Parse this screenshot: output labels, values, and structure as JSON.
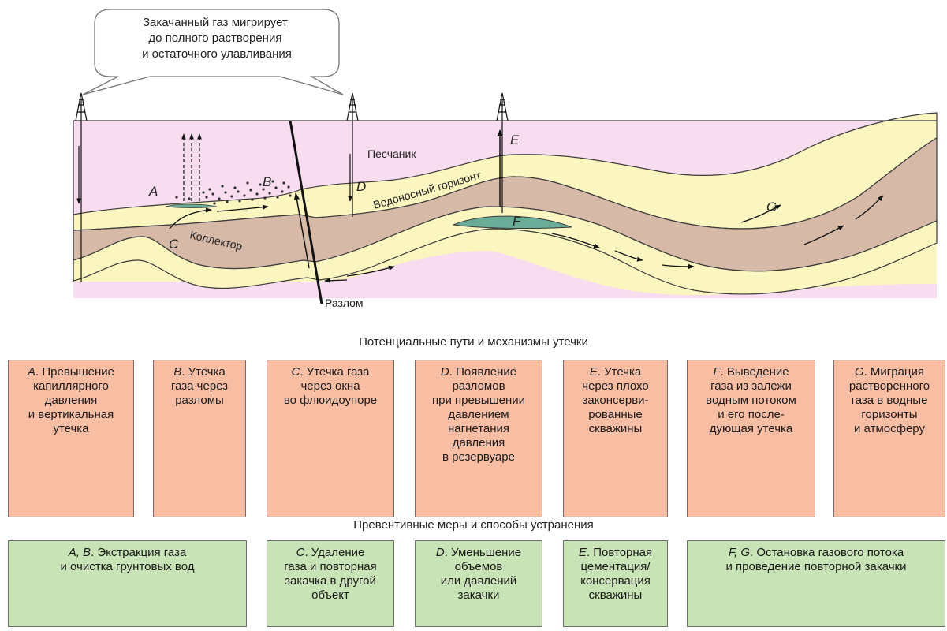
{
  "diagram": {
    "callout_lines": [
      "Закачанный газ мигрирует",
      "до полного растворения",
      "и остаточного улавливания"
    ],
    "labels": {
      "sandstone": "Песчаник",
      "aquifer": "Водоносный горизонт",
      "reservoir": "Коллектор",
      "fault": "Разлом",
      "point_a": "A",
      "point_b": "B",
      "point_c": "C",
      "point_d": "D",
      "point_e": "E",
      "point_f": "F",
      "point_g": "G"
    },
    "colors": {
      "sandstone": "#f8dcef",
      "aquifer": "#fbf5c0",
      "reservoir": "#d7b9a8",
      "gas": "#6aac97",
      "outline": "#3a3a3a"
    }
  },
  "pathways": {
    "title": "Потенциальные пути и механизмы утечки",
    "items": [
      {
        "letter": "A",
        "lines": [
          ". Превышение",
          "капиллярного",
          "давления",
          "и вертикальная",
          "утечка"
        ]
      },
      {
        "letter": "B",
        "lines": [
          ". Утечка",
          "газа через",
          "разломы"
        ]
      },
      {
        "letter": "C",
        "lines": [
          ". Утечка газа",
          "через окна",
          "во флюидоупоре"
        ]
      },
      {
        "letter": "D",
        "lines": [
          ". Появление",
          "разломов",
          "при превышении",
          "давлением",
          "нагнетания",
          "давления",
          "в резервуаре"
        ]
      },
      {
        "letter": "E",
        "lines": [
          ". Утечка",
          "через плохо",
          "законсерви-",
          "рованные",
          "скважины"
        ]
      },
      {
        "letter": "F",
        "lines": [
          ". Выведение",
          "газа из залежи",
          "водным потоком",
          "и его после-",
          "дующая утечка"
        ]
      },
      {
        "letter": "G",
        "lines": [
          ". Миграция",
          "растворенного",
          "газа в водные",
          "горизонты",
          "и атмосферу"
        ]
      }
    ]
  },
  "measures": {
    "title": "Превентивные меры и способы устранения",
    "items": [
      {
        "letter": "A, B",
        "lines": [
          ". Экстракция газа",
          "и очистка грунтовых вод"
        ]
      },
      {
        "letter": "C",
        "lines": [
          ". Удаление",
          "газа и повторная",
          "закачка в другой",
          "объект"
        ]
      },
      {
        "letter": "D",
        "lines": [
          ". Уменьшение",
          "объемов",
          "или давлений",
          "закачки"
        ]
      },
      {
        "letter": "E",
        "lines": [
          ". Повторная",
          "цементация/",
          "консервация",
          "скважины"
        ]
      },
      {
        "letter": "F, G",
        "lines": [
          ". Остановка газового потока",
          "и проведение повторной закачки"
        ]
      }
    ]
  }
}
